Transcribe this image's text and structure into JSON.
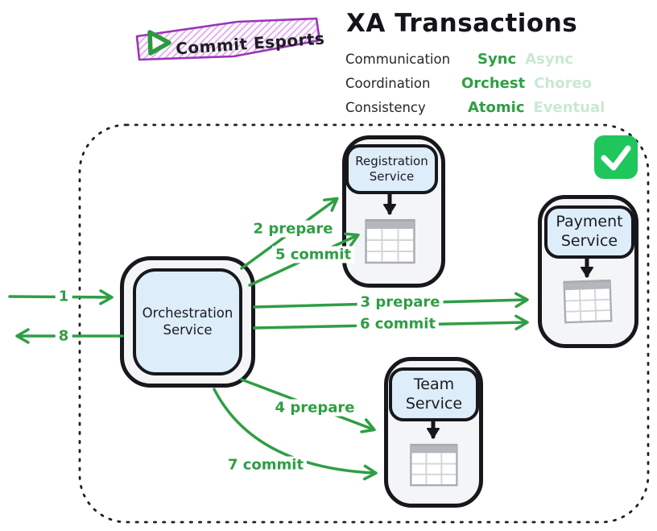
{
  "badge": {
    "label": "Commit Esports",
    "icon": "play-icon",
    "stroke_color": "#9b35b6",
    "hatch_color": "#d9a6e8"
  },
  "header": {
    "title": "XA Transactions",
    "attributes": [
      {
        "label": "Communication",
        "selected": "Sync",
        "unselected": "Async"
      },
      {
        "label": "Coordination",
        "selected": "Orchest",
        "unselected": "Choreo"
      },
      {
        "label": "Consistency",
        "selected": "Atomic",
        "unselected": "Eventual"
      }
    ],
    "selected_color": "#2f9e44",
    "unselected_color": "#c9e9d2"
  },
  "diagram": {
    "status": {
      "icon": "check-icon",
      "color": "#1fc65c"
    },
    "nodes": [
      {
        "id": "orchestration-service",
        "line1": "Orchestration",
        "line2": "Service"
      },
      {
        "id": "registration-service",
        "line1": "Registration",
        "line2": "Service",
        "storage_icon": "table-icon"
      },
      {
        "id": "payment-service",
        "line1": "Payment",
        "line2": "Service",
        "storage_icon": "table-icon"
      },
      {
        "id": "team-service",
        "line1": "Team",
        "line2": "Service",
        "storage_icon": "table-icon"
      }
    ],
    "arrows": [
      {
        "label": "1",
        "from": "external",
        "to": "orchestration-service"
      },
      {
        "label": "8",
        "from": "orchestration-service",
        "to": "external"
      },
      {
        "label": "2 prepare",
        "from": "orchestration-service",
        "to": "registration-service"
      },
      {
        "label": "5 commit",
        "from": "orchestration-service",
        "to": "registration-service"
      },
      {
        "label": "3 prepare",
        "from": "orchestration-service",
        "to": "payment-service"
      },
      {
        "label": "6 commit",
        "from": "orchestration-service",
        "to": "payment-service"
      },
      {
        "label": "4 prepare",
        "from": "orchestration-service",
        "to": "team-service"
      },
      {
        "label": "7 commit",
        "from": "orchestration-service",
        "to": "team-service"
      }
    ],
    "colors": {
      "arrow_green": "#2f9e44",
      "check_green": "#1fc65c",
      "node_fill": "#f4f5f7",
      "label_fill": "#ddedfa",
      "ink": "#17171c",
      "badge_purple": "#9b35b6"
    }
  }
}
